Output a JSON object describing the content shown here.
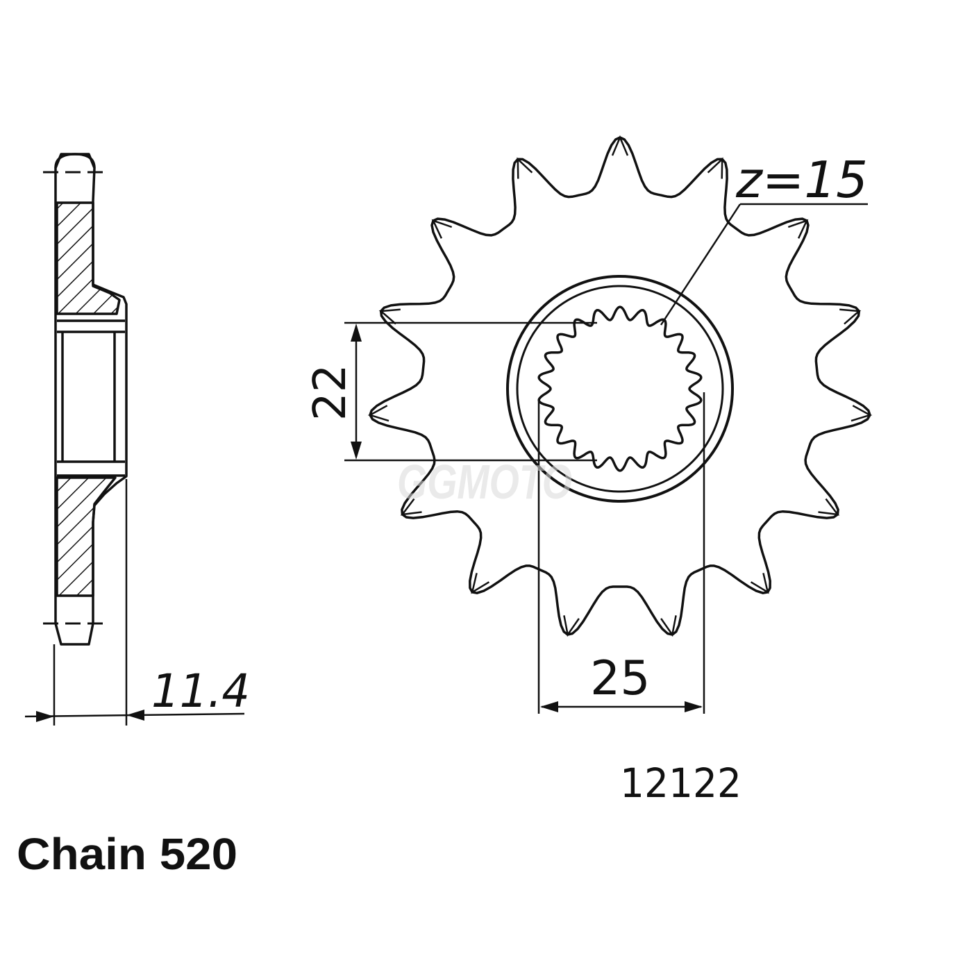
{
  "diagram": {
    "teeth_label": "z=15",
    "teeth_count": 15,
    "dim_inner": "22",
    "dim_spline": "25",
    "dim_thickness": "11.4",
    "part_number": "12122",
    "chain_label": "Chain 520",
    "watermark": "GGMOTO"
  },
  "colors": {
    "line": "#111111",
    "watermark": "#d9d9d9"
  }
}
